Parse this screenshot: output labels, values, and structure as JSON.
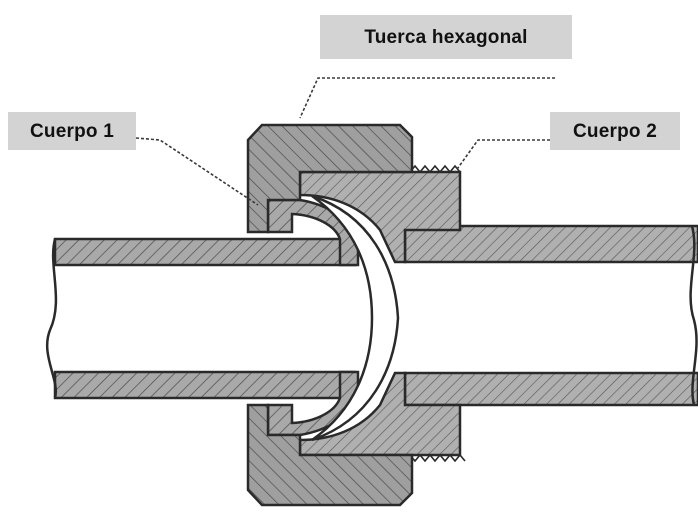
{
  "labels": {
    "hex_nut": "Tuerca hexagonal",
    "body_1": "Cuerpo 1",
    "body_2": "Cuerpo 2"
  },
  "colors": {
    "section_fill": "#a9a9a9",
    "hatch": "#444444",
    "outline": "#2a2a2a",
    "label_background": "#d3d3d3",
    "bore": "#ffffff"
  }
}
